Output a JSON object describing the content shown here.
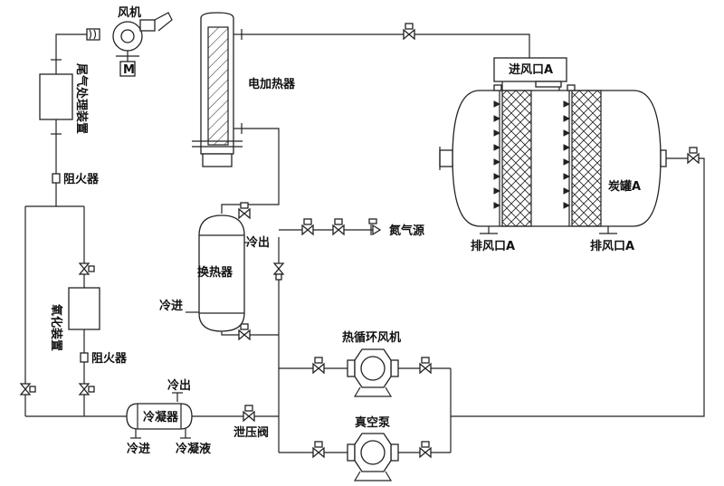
{
  "labels": {
    "fan": "风机",
    "exhaust_treatment": "尾气处理装置",
    "flame_arrestor_top": "阻火器",
    "oxidation_unit": "氧化装置",
    "flame_arrestor_mid": "阻火器",
    "electric_heater": "电加热器",
    "heat_exchanger": "换热器",
    "hx_cold_out": "冷出",
    "hx_cold_in": "冷进",
    "nitrogen_source": "氮气源",
    "inlet_a": "进风口A",
    "carbon_tank": "炭罐A",
    "outlet_a_left": "排风口A",
    "outlet_a_right": "排风口A",
    "hot_circ_fan": "热循环风机",
    "vacuum_pump": "真空泵",
    "condenser": "冷凝器",
    "cond_cold_out": "冷出",
    "cond_cold_in": "冷进",
    "condensate": "冷凝液",
    "relief_valve": "泄压阀",
    "motor": "M"
  }
}
